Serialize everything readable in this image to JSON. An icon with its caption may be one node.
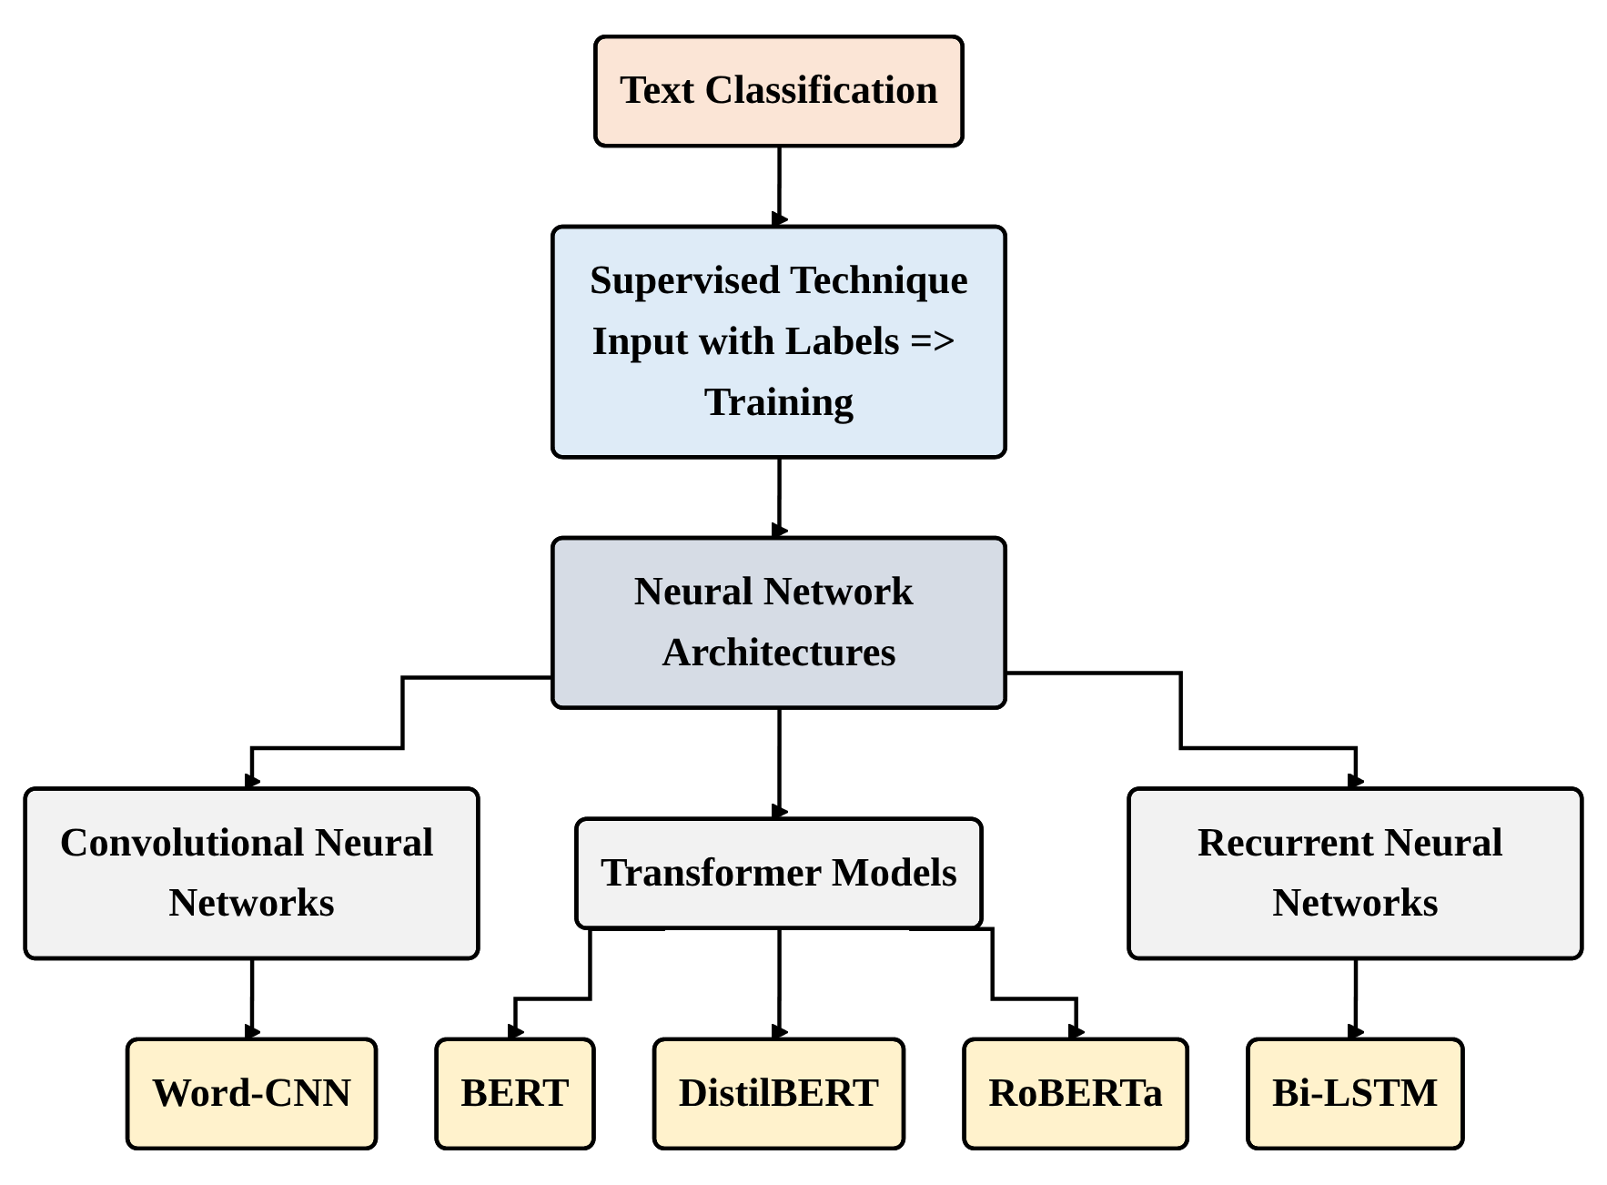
{
  "diagram": {
    "nodes": [
      {
        "text": [
          "Text Classification"
        ]
      },
      {
        "text": [
          "Supervised Technique",
          "Input with Labels => Training"
        ]
      },
      {
        "text": [
          "Neural Network Architectures"
        ]
      },
      {
        "text": [
          "Convolutional Neural Networks"
        ]
      },
      {
        "text": [
          "Transformer Models"
        ]
      },
      {
        "text": [
          "Recurrent Neural Networks"
        ]
      },
      {
        "text": [
          "Word-CNN"
        ]
      },
      {
        "text": [
          "BERT"
        ]
      },
      {
        "text": [
          "DistilBERT"
        ]
      },
      {
        "text": [
          "RoBERTa"
        ]
      },
      {
        "text": [
          "Bi-LSTM"
        ]
      }
    ],
    "edges": [
      {
        "from": 0,
        "to": 1,
        "arrow": "to"
      },
      {
        "from": 1,
        "to": 2,
        "arrow": "to"
      },
      {
        "from": 2,
        "to": 3,
        "arrow": "to"
      },
      {
        "from": 2,
        "to": 4,
        "arrow": "to"
      },
      {
        "from": 2,
        "to": 5,
        "arrow": "to"
      },
      {
        "from": 3,
        "to": 6,
        "arrow": "to"
      },
      {
        "from": 4,
        "to": 7,
        "arrow": "to"
      },
      {
        "from": 4,
        "to": 8,
        "arrow": "to"
      },
      {
        "from": 4,
        "to": 9,
        "arrow": "to"
      },
      {
        "from": 5,
        "to": 10,
        "arrow": "to"
      }
    ]
  }
}
